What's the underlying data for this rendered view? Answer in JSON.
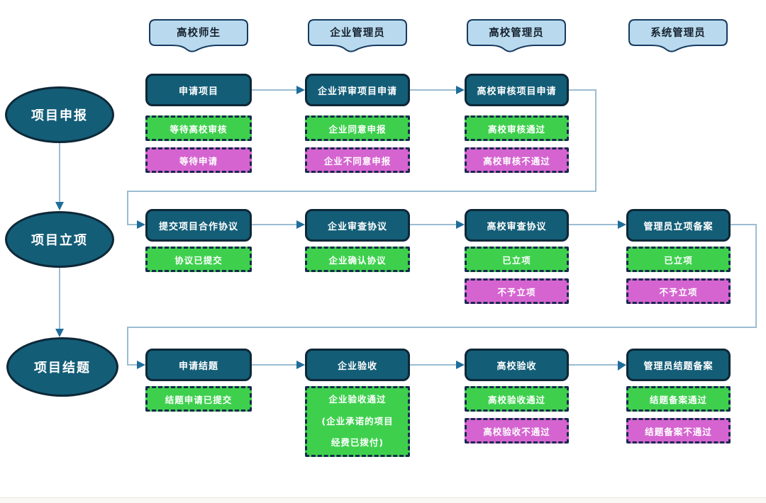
{
  "lanes": [
    {
      "label": "高校师生"
    },
    {
      "label": "企业管理员"
    },
    {
      "label": "高校管理员"
    },
    {
      "label": "系统管理员"
    }
  ],
  "phases": [
    {
      "label": "项目申报"
    },
    {
      "label": "项目立项"
    },
    {
      "label": "项目结题"
    }
  ],
  "rows": [
    {
      "phase": "项目申报",
      "steps": [
        {
          "lane": "高校师生",
          "process": "申请项目",
          "statuses": [
            {
              "text": "等待高校审核",
              "type": "success"
            },
            {
              "text": "等待申请",
              "type": "rejected"
            }
          ]
        },
        {
          "lane": "企业管理员",
          "process": "企业评审项目申请",
          "statuses": [
            {
              "text": "企业同意申报",
              "type": "success"
            },
            {
              "text": "企业不同意申报",
              "type": "rejected"
            }
          ]
        },
        {
          "lane": "高校管理员",
          "process": "高校审核项目申请",
          "statuses": [
            {
              "text": "高校审核通过",
              "type": "success"
            },
            {
              "text": "高校审核不通过",
              "type": "rejected"
            }
          ]
        }
      ]
    },
    {
      "phase": "项目立项",
      "steps": [
        {
          "lane": "高校师生",
          "process": "提交项目合作协议",
          "statuses": [
            {
              "text": "协议已提交",
              "type": "success"
            }
          ]
        },
        {
          "lane": "企业管理员",
          "process": "企业审查协议",
          "statuses": [
            {
              "text": "企业确认协议",
              "type": "success"
            }
          ]
        },
        {
          "lane": "高校管理员",
          "process": "高校审查协议",
          "statuses": [
            {
              "text": "已立项",
              "type": "success"
            },
            {
              "text": "不予立项",
              "type": "rejected"
            }
          ]
        },
        {
          "lane": "系统管理员",
          "process": "管理员立项备案",
          "statuses": [
            {
              "text": "已立项",
              "type": "success"
            },
            {
              "text": "不予立项",
              "type": "rejected"
            }
          ]
        }
      ]
    },
    {
      "phase": "项目结题",
      "steps": [
        {
          "lane": "高校师生",
          "process": "申请结题",
          "statuses": [
            {
              "text": "结题申请已提交",
              "type": "success"
            }
          ]
        },
        {
          "lane": "企业管理员",
          "process": "企业验收",
          "statuses": [
            {
              "text": "企业验收通过\n(企业承诺的项目\n经费已拨付)",
              "type": "success"
            }
          ]
        },
        {
          "lane": "高校管理员",
          "process": "高校验收",
          "statuses": [
            {
              "text": "高校验收通过",
              "type": "success"
            },
            {
              "text": "高校验收不通过",
              "type": "rejected"
            }
          ]
        },
        {
          "lane": "系统管理员",
          "process": "管理员结题备案",
          "statuses": [
            {
              "text": "结题备案通过",
              "type": "success"
            },
            {
              "text": "结题备案不通过",
              "type": "rejected"
            }
          ]
        }
      ]
    }
  ],
  "colors": {
    "process_fill": "#135d77",
    "process_border": "#0d2837",
    "header_fill": "#b9daee",
    "header_border": "#163a5f",
    "success_green": "#3ed04d",
    "rejected_magenta": "#d564d0",
    "dashed_border": "#172a4d",
    "connector_line": "#9bbdd3",
    "arrowhead": "#1e6d9b"
  }
}
